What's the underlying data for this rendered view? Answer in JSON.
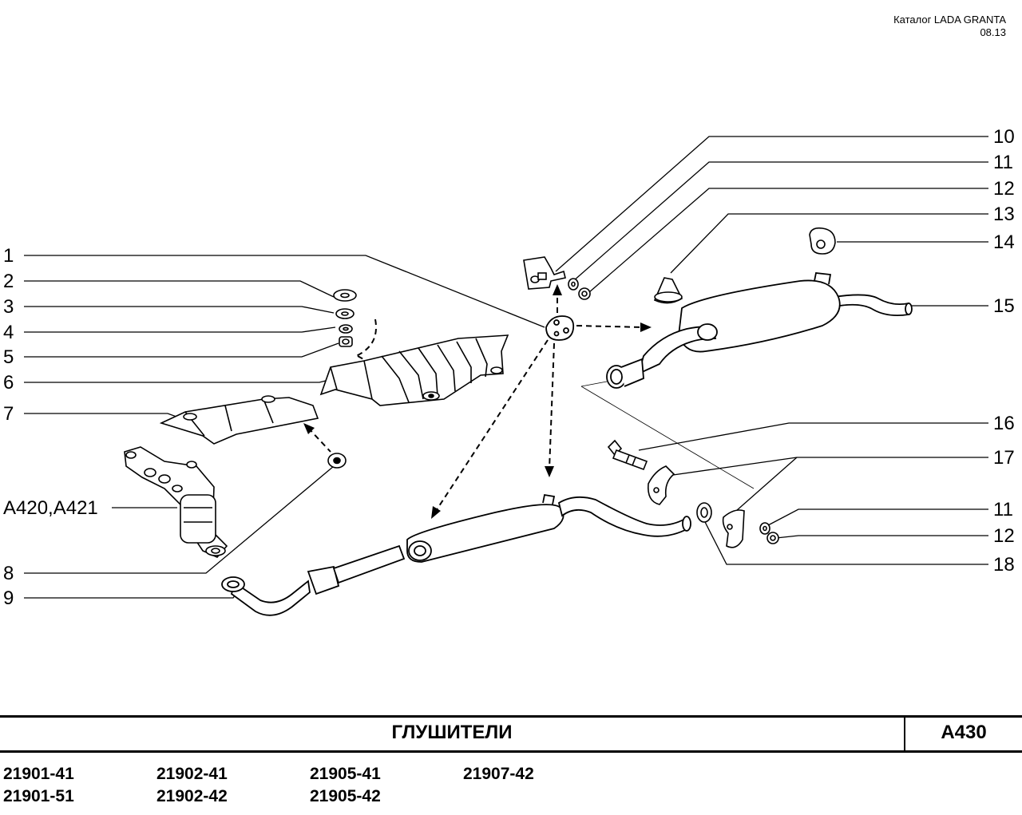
{
  "header": {
    "catalog": "Каталог  LADA  GRANTA",
    "revision": "08.13"
  },
  "callouts": {
    "c1": "1",
    "c2": "2",
    "c3": "3",
    "c4": "4",
    "c5": "5",
    "c6": "6",
    "c7": "7",
    "ref": "A420,A421",
    "c8": "8",
    "c9": "9",
    "c10": "10",
    "c11": "11",
    "c12": "12",
    "c13": "13",
    "c14": "14",
    "c15": "15",
    "c16": "16",
    "c17": "17",
    "c11b": "11",
    "c12b": "12",
    "c18": "18"
  },
  "footer": {
    "title": "ГЛУШИТЕЛИ",
    "code": "A430",
    "models": [
      [
        "21901-41",
        "21901-51"
      ],
      [
        "21902-41",
        "21902-42"
      ],
      [
        "21905-41",
        "21905-42"
      ],
      [
        "21907-42"
      ]
    ]
  }
}
